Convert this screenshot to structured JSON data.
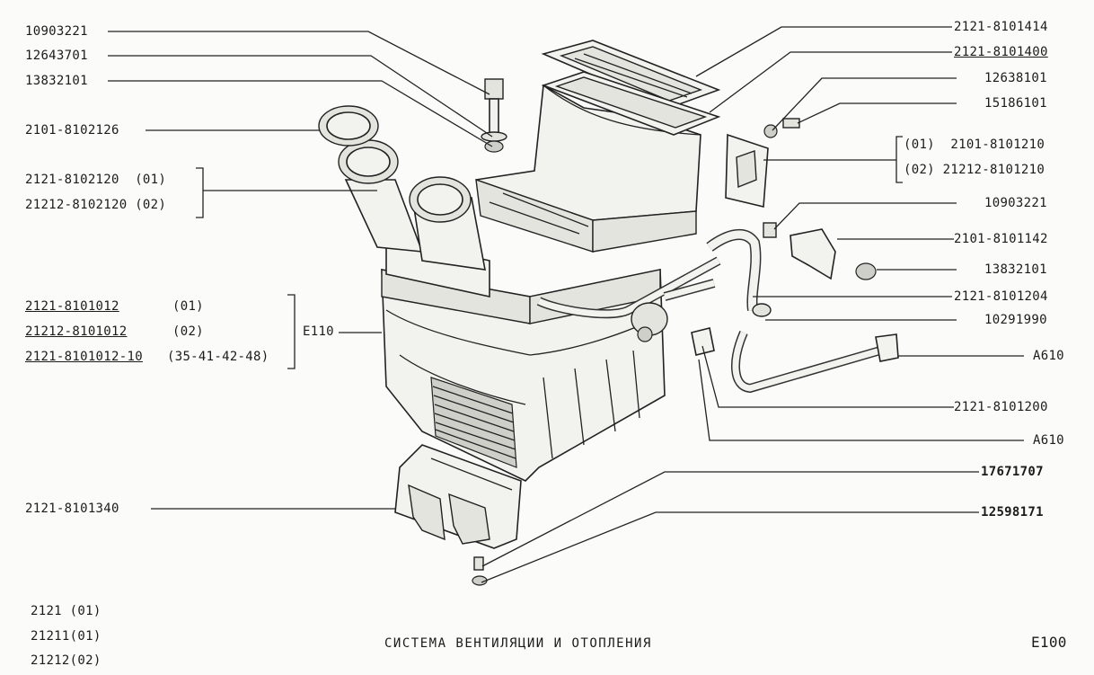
{
  "left_labels": {
    "l1": "10903221",
    "l2": "12643701",
    "l3": "13832101",
    "l4": "2101-8102126",
    "l5a": "2121-8102120  (01)",
    "l5b": "21212-8102120 (02)",
    "l6a": "2121-8101012",
    "l6a_v": "(01)",
    "l6b": "21212-8101012",
    "l6b_v": "(02)",
    "l6c": "2121-8101012-10",
    "l6c_v": "(35-41-42-48)",
    "l6_group": "E110",
    "l7": "2121-8101340"
  },
  "right_labels": {
    "r1": "2121-8101414",
    "r2": "2121-8101400",
    "r3": "12638101",
    "r4": "15186101",
    "r5a": "(01)  2101-8101210",
    "r5b": "(02) 21212-8101210",
    "r6": "10903221",
    "r7": "2101-8101142",
    "r8": "13832101",
    "r9": "2121-8101204",
    "r10": "10291990",
    "r11": "A610",
    "r12": "2121-8101200",
    "r13": "A610",
    "r14": "17671707",
    "r15": "12598171"
  },
  "footer": {
    "models": [
      "2121 (01)",
      "21211(01)",
      "21212(02)"
    ],
    "title": "СИСТЕМА ВЕНТИЛЯЦИИ И ОТОПЛЕНИЯ",
    "code": "E100"
  }
}
